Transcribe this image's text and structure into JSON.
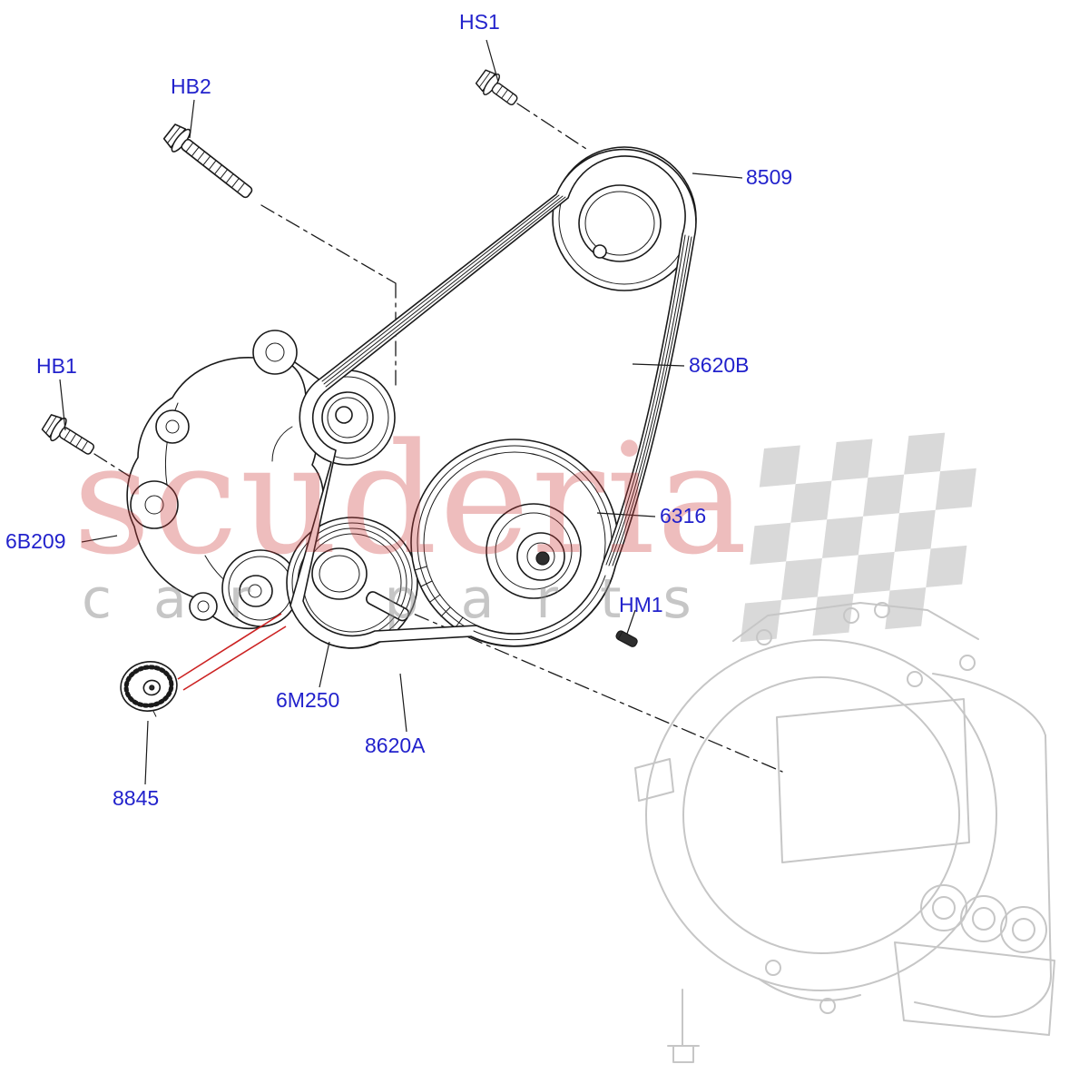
{
  "colors": {
    "label": "#2222cc",
    "line": "#1a1a1a",
    "ghost": "#c6c6c6",
    "checker": "#d9d9d9",
    "red_leader": "#cc2222",
    "watermark_red": "#cd3a3a",
    "watermark_gray": "#8f8f8f"
  },
  "watermark": {
    "line1": "scuderia",
    "line2": "car parts"
  },
  "labels": [
    {
      "id": "HS1",
      "text": "HS1"
    },
    {
      "id": "HB2",
      "text": "HB2"
    },
    {
      "id": "8509",
      "text": "8509"
    },
    {
      "id": "8620B",
      "text": "8620B"
    },
    {
      "id": "HB1",
      "text": "HB1"
    },
    {
      "id": "6316",
      "text": "6316"
    },
    {
      "id": "6B209",
      "text": "6B209"
    },
    {
      "id": "HM1",
      "text": "HM1"
    },
    {
      "id": "6M250",
      "text": "6M250"
    },
    {
      "id": "8620A",
      "text": "8620A"
    },
    {
      "id": "8845",
      "text": "8845"
    }
  ]
}
